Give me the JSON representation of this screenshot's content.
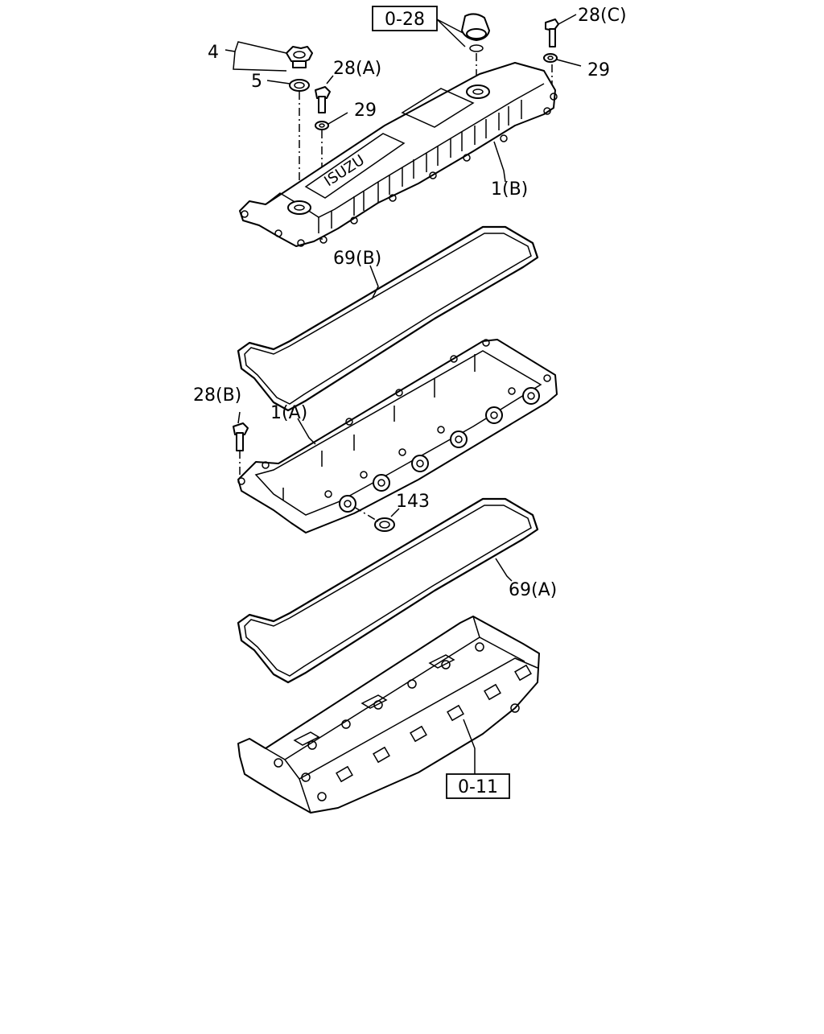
{
  "labels": {
    "ref_0_28": "0-28",
    "part_28c": "28(C)",
    "part_4": "4",
    "part_5": "5",
    "part_28a": "28(A)",
    "part_29_left": "29",
    "part_29_right": "29",
    "part_1b": "1(B)",
    "part_69b": "69(B)",
    "part_28b": "28(B)",
    "part_1a": "1(A)",
    "part_143": "143",
    "part_69a": "69(A)",
    "ref_0_11": "0-11"
  },
  "cover_logo": "ISUZU"
}
